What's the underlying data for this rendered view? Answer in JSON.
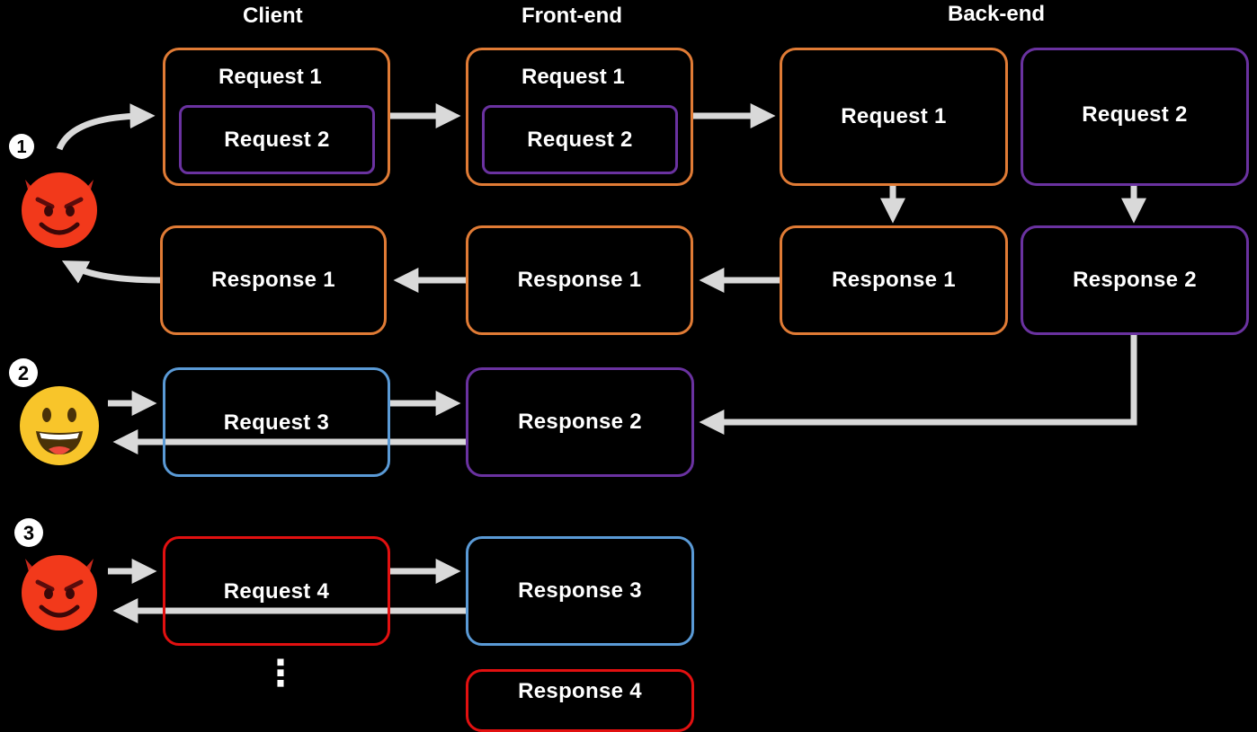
{
  "columns": {
    "client": "Client",
    "frontend": "Front-end",
    "backend": "Back-end"
  },
  "steps": [
    "①",
    "②",
    "③"
  ],
  "row1": {
    "client_outer": "Request 1",
    "client_inner": "Request 2",
    "front_outer": "Request 1",
    "front_inner": "Request 2",
    "back_req1": "Request 1",
    "back_req2": "Request 2"
  },
  "row2": {
    "client_resp": "Response 1",
    "front_resp": "Response 1",
    "back_resp1": "Response 1",
    "back_resp2": "Response 2"
  },
  "row3": {
    "client_req": "Request 3",
    "front_resp": "Response 2"
  },
  "row4": {
    "client_req": "Request 4",
    "front_resp": "Response 3",
    "front_next": "Response 4"
  },
  "ellipsis": "⋮",
  "colors": {
    "orange": "#e07b35",
    "purple": "#6a32a0",
    "blue": "#5a9ad6",
    "red": "#e21010",
    "arrow": "#d9d9d9"
  },
  "icons": {
    "attacker": "smiling-devil-icon",
    "victim": "grinning-face-icon"
  }
}
